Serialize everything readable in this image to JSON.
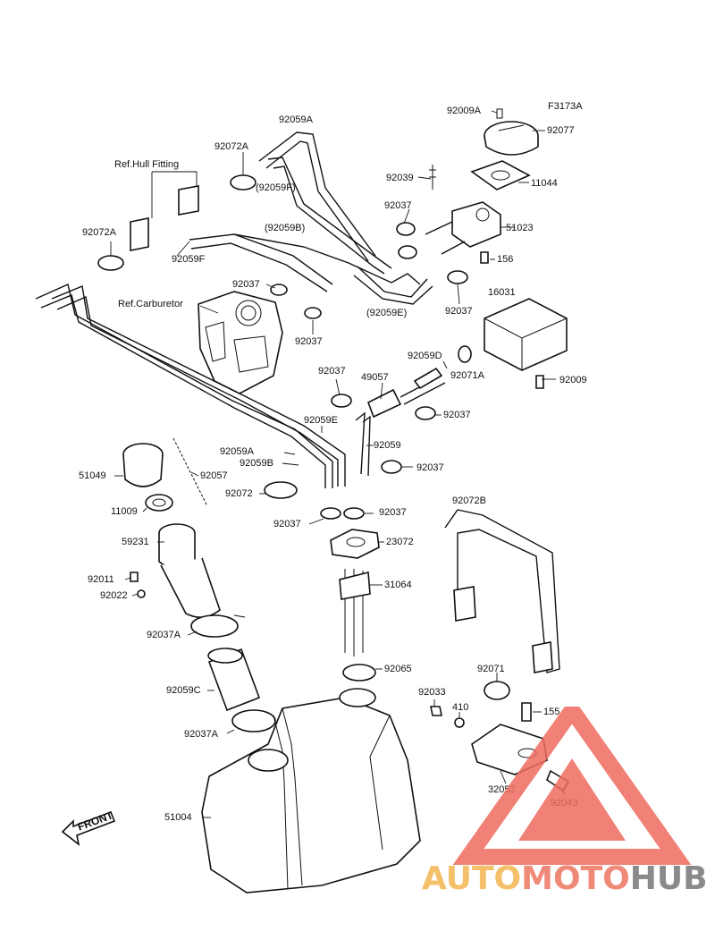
{
  "diagram_code": "F3173A",
  "labels": {
    "l92009A": "92009A",
    "l92077": "92077",
    "l92059A": "92059A",
    "l92072A_top": "92072A",
    "l11044": "11044",
    "l92039": "92039",
    "lRefHull": "Ref.Hull Fitting",
    "l92059F_top": "(92059F)",
    "l92037_a": "92037",
    "l51023": "51023",
    "l92072A_left": "92072A",
    "l92059B_top": "(92059B)",
    "l156": "156",
    "l92059F": "92059F",
    "l16031": "16031",
    "l92037_b": "92037",
    "lRefCarb": "Ref.Carburetor",
    "l92059E_top": "(92059E)",
    "l92037_c": "92037",
    "l92037_d": "92037",
    "l92059D": "92059D",
    "l92071A": "92071A",
    "l92037_e": "92037",
    "l49057": "49057",
    "l92009": "92009",
    "l92037_f": "92037",
    "l92059E": "92059E",
    "l92059": "92059",
    "l92059B": "92059B",
    "l51049": "51049",
    "l92057": "92057",
    "l92037_g": "92037",
    "l92072": "92072",
    "l92072B": "92072B",
    "l11009": "11009",
    "l92037_h": "92037",
    "l92037_i": "92037",
    "l59231": "59231",
    "l23072": "23072",
    "l92011": "92011",
    "l31064": "31064",
    "l92022": "92022",
    "l92037A_a": "92037A",
    "l92065": "92065",
    "l92071": "92071",
    "l92059C": "92059C",
    "l92033": "92033",
    "l410": "410",
    "l155": "155",
    "l92037A_b": "92037A",
    "l32052": "32052",
    "l92043": "92043",
    "l51004": "51004",
    "lFront": "FRONT"
  },
  "watermark": {
    "part1": "AUTO",
    "part2": "MOTO",
    "part3": "HUB",
    "color1": "#f4c06a",
    "color2": "#f08a78",
    "color3": "#8a8a8a",
    "triangle_color": "#ee6b5e"
  }
}
